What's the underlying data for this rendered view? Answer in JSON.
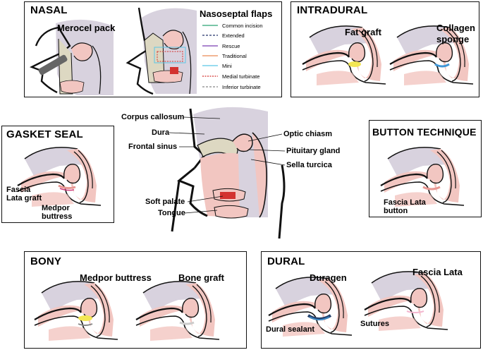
{
  "panels": {
    "nasal": {
      "title": "NASAL",
      "merocel": "Merocel pack",
      "flaps_title": "Nasoseptal flaps",
      "legend": [
        {
          "label": "Common incision",
          "color": "#2aa574",
          "style": "solid"
        },
        {
          "label": "Extended",
          "color": "#24336b",
          "style": "dashed"
        },
        {
          "label": "Rescue",
          "color": "#7a3fb2",
          "style": "solid"
        },
        {
          "label": "Traditional",
          "color": "#e98b54",
          "style": "solid"
        },
        {
          "label": "Mini",
          "color": "#5bc6e6",
          "style": "solid"
        },
        {
          "label": "Medial turbinate",
          "color": "#d3322f",
          "style": "dotted"
        },
        {
          "label": "Inferior turbinate",
          "color": "#888888",
          "style": "dashed"
        }
      ]
    },
    "intradural": {
      "title": "INTRADURAL",
      "fat_graft": "Fat graft",
      "collagen_line1": "Collagen",
      "collagen_line2": "sponge"
    },
    "gasket": {
      "title": "GASKET SEAL",
      "fascia_line1": "Fascia",
      "fascia_line2": "Lata graft",
      "medpor_line1": "Medpor",
      "medpor_line2": "buttress"
    },
    "button": {
      "title": "BUTTON TECHNIQUE",
      "fascia_line1": "Fascia Lata",
      "fascia_line2": "button"
    },
    "bony": {
      "title": "BONY",
      "medpor": "Medpor buttress",
      "bone_graft": "Bone graft"
    },
    "dural": {
      "title": "DURAL",
      "duragen": "Duragen",
      "fascia": "Fascia Lata",
      "sealant": "Dural sealant",
      "sutures": "Sutures"
    }
  },
  "center": {
    "corpus_callosum": "Corpus callosum",
    "dura": "Dura",
    "frontal_sinus": "Frontal sinus",
    "optic_chiasm": "Optic chiasm",
    "pituitary_gland": "Pituitary gland",
    "sella_turcica": "Sella turcica",
    "soft_palate": "Soft palate",
    "tongue": "Tongue"
  },
  "colors": {
    "brain": "#d8d2de",
    "tissue": "#f2c6c1",
    "bone": "#ddd8c2",
    "pink_strong": "#e89893",
    "fat": "#f3e654",
    "blue": "#3f96d6",
    "dark_blue": "#24406b"
  }
}
